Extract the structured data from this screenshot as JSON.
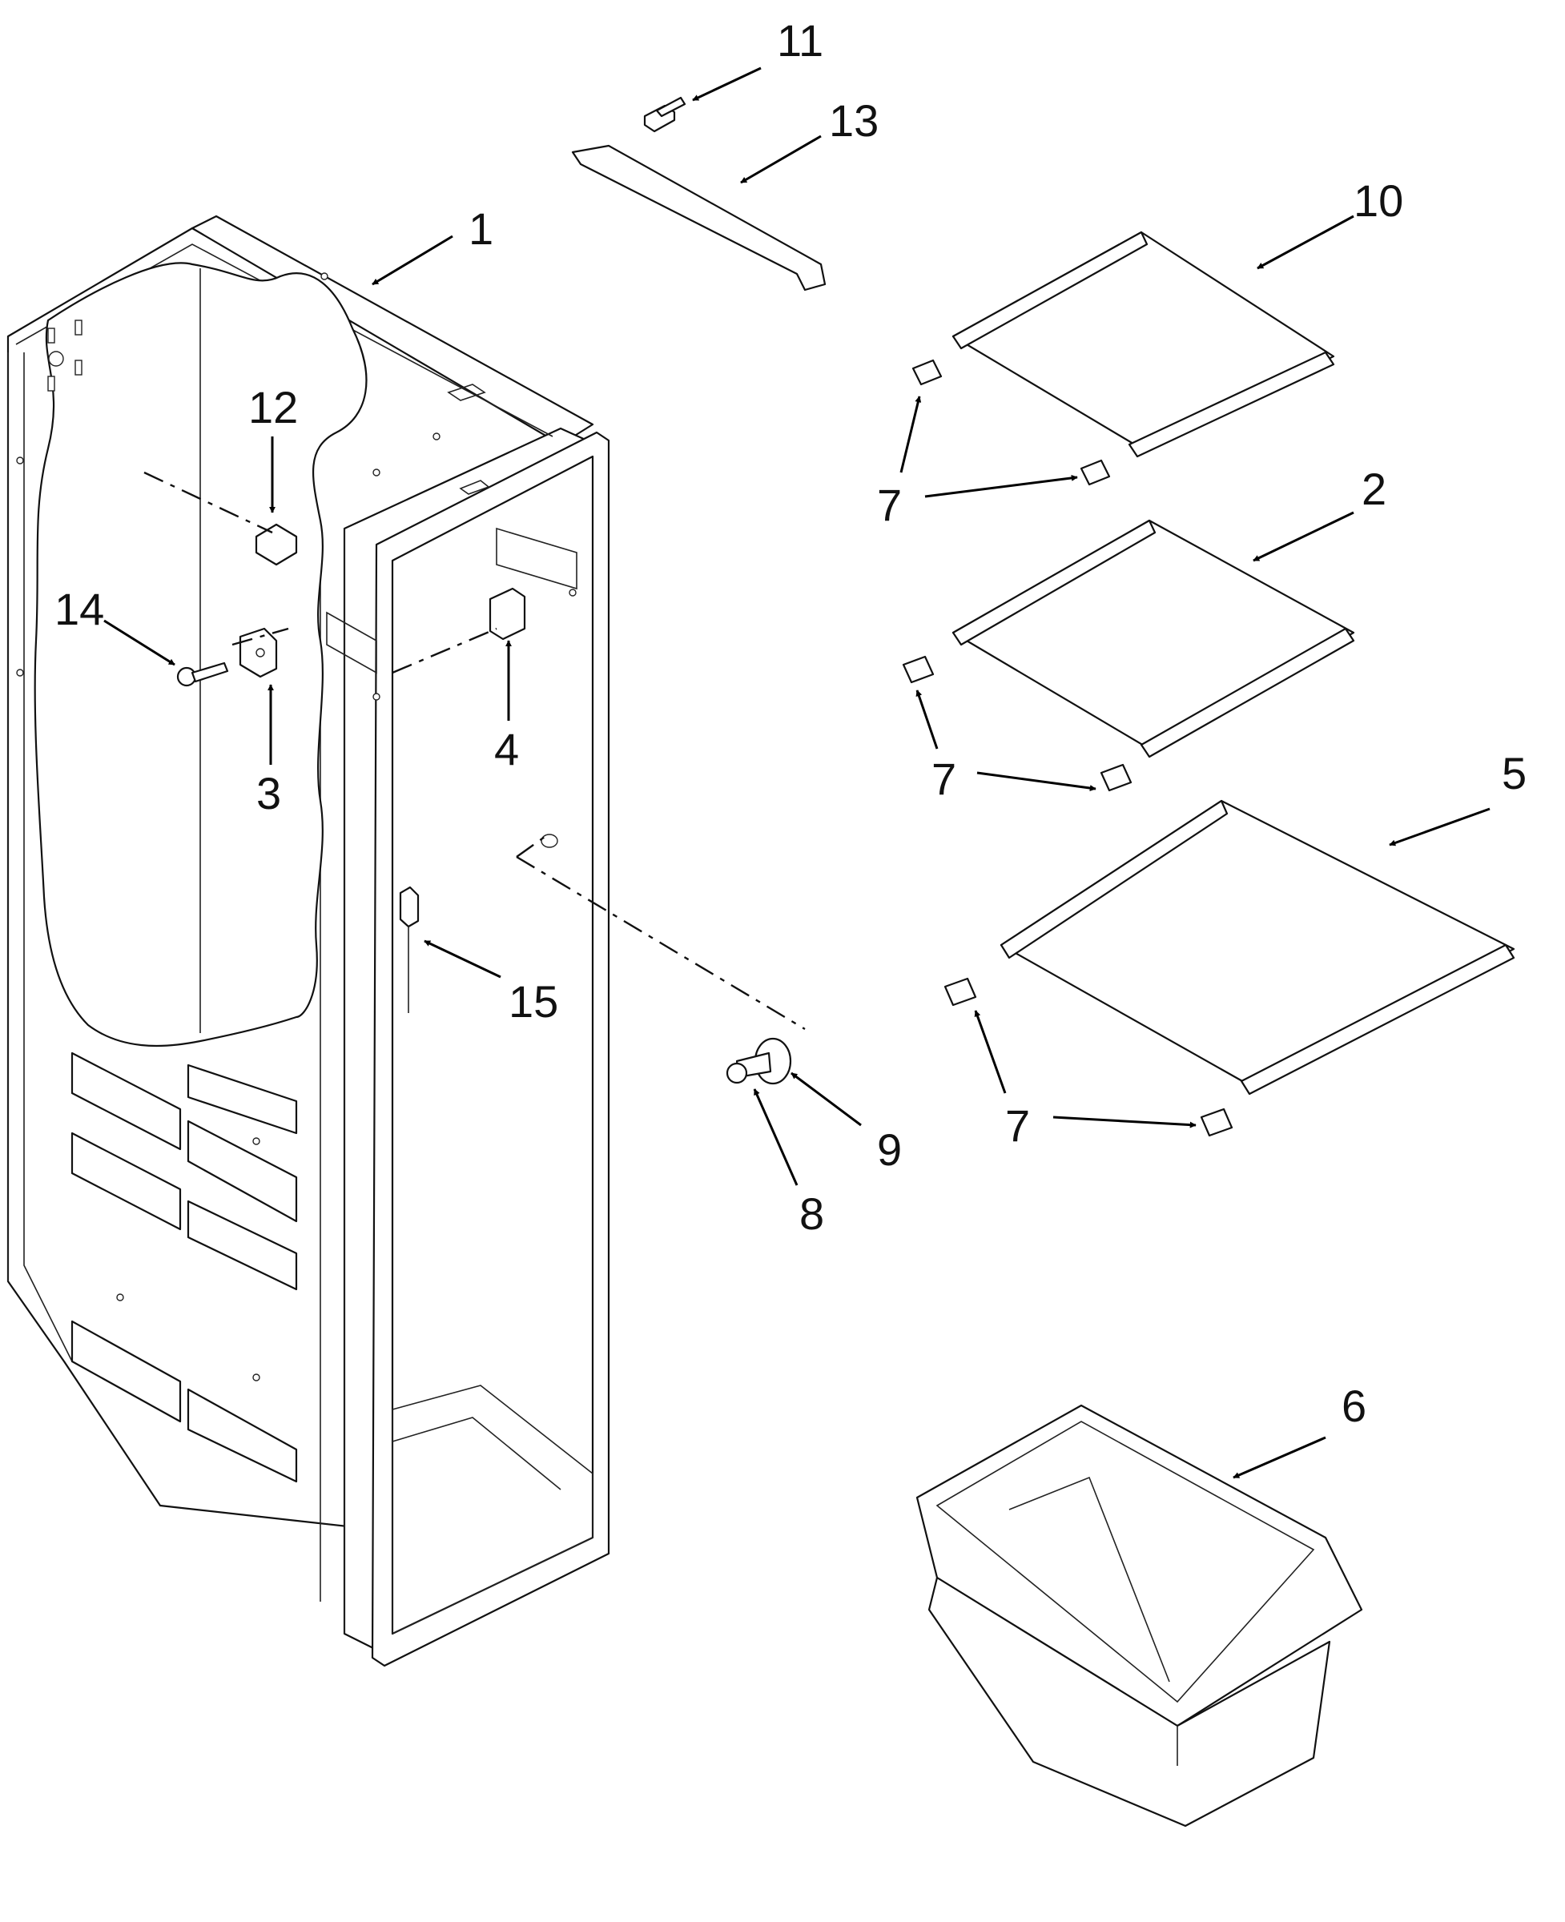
{
  "diagram": {
    "callouts": [
      "1",
      "2",
      "3",
      "4",
      "5",
      "6",
      "7",
      "7",
      "7",
      "8",
      "9",
      "10",
      "11",
      "12",
      "13",
      "14",
      "15"
    ]
  }
}
